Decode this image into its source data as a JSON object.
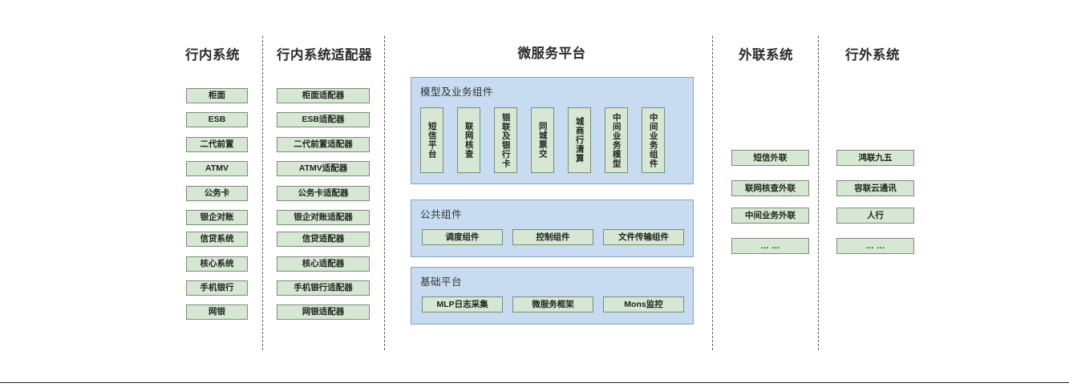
{
  "diagram": {
    "bottom_rule": true,
    "colors": {
      "node_fill": "#d6e8d3",
      "node_border": "#7a8a78",
      "panel_fill": "#c7dcf0",
      "panel_border": "#8aa3bd",
      "separator": "#555a5e",
      "title_text": "#2b2b2b"
    },
    "columns": [
      {
        "id": "in-bank-systems",
        "title": "行内系统",
        "items": [
          "柜面",
          "ESB",
          "二代前置",
          "ATMV",
          "公务卡",
          "银企对账",
          "信贷系统",
          "核心系统",
          "手机银行",
          "网银"
        ]
      },
      {
        "id": "in-bank-adapters",
        "title": "行内系统适配器",
        "items": [
          "柜面适配器",
          "ESB适配器",
          "二代前置适配器",
          "ATMV适配器",
          "公务卡适配器",
          "银企对账适配器",
          "信贷适配器",
          "核心适配器",
          "手机银行适配器",
          "网银适配器"
        ]
      },
      {
        "id": "microservice-platform",
        "title": "微服务平台",
        "panels": [
          {
            "id": "model-business-components",
            "label": "模型及业务组件",
            "orientation": "vertical",
            "items": [
              "短信平台",
              "联网核查",
              "银联及银行卡",
              "同城票交",
              "城商行清算",
              "中间业务模型",
              "中间业务组件"
            ]
          },
          {
            "id": "public-components",
            "label": "公共组件",
            "orientation": "horizontal",
            "items": [
              "调度组件",
              "控制组件",
              "文件传输组件"
            ]
          },
          {
            "id": "base-platform",
            "label": "基础平台",
            "orientation": "horizontal",
            "items": [
              "MLP日志采集",
              "微服务框架",
              "Mons监控"
            ]
          }
        ]
      },
      {
        "id": "external-link-systems",
        "title": "外联系统",
        "items": [
          "短信外联",
          "联网核查外联",
          "中间业务外联",
          "… …"
        ]
      },
      {
        "id": "outside-bank-systems",
        "title": "行外系统",
        "items": [
          "鸿联九五",
          "容联云通讯",
          "人行",
          "… …"
        ]
      }
    ]
  }
}
